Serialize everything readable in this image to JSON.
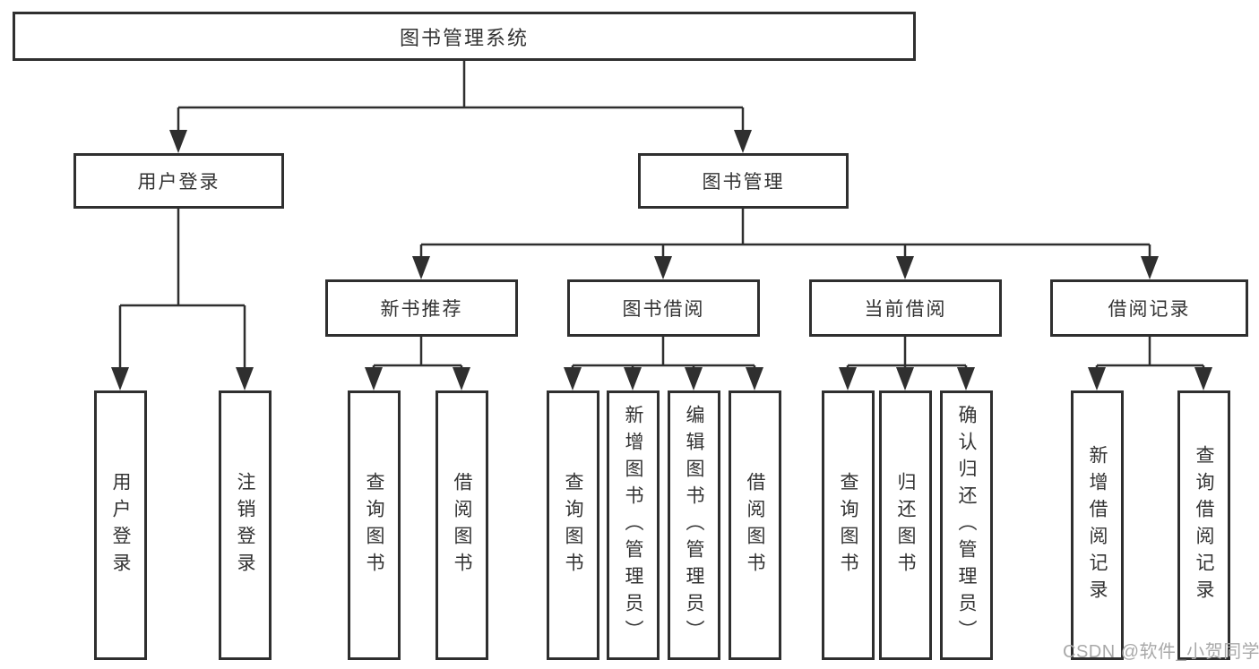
{
  "diagram": {
    "type": "hierarchy-tree",
    "nodes": {
      "root": {
        "label": "图书管理系统"
      },
      "level2": [
        {
          "label": "用户登录"
        },
        {
          "label": "图书管理"
        }
      ],
      "level3": [
        {
          "label": "新书推荐"
        },
        {
          "label": "图书借阅"
        },
        {
          "label": "当前借阅"
        },
        {
          "label": "借阅记录"
        }
      ],
      "leaves": {
        "user_login": [
          {
            "label": "用户登录"
          },
          {
            "label": "注销登录"
          }
        ],
        "new_books": [
          {
            "label": "查询图书"
          },
          {
            "label": "借阅图书"
          }
        ],
        "book_borrow": [
          {
            "label": "查询图书"
          },
          {
            "label": "新增图书（管理员）"
          },
          {
            "label": "编辑图书（管理员）"
          },
          {
            "label": "借阅图书"
          }
        ],
        "current_borrow": [
          {
            "label": "查询图书"
          },
          {
            "label": "归还图书"
          },
          {
            "label": "确认归还（管理员）"
          }
        ],
        "borrow_records": [
          {
            "label": "新增借阅记录"
          },
          {
            "label": "查询借阅记录"
          }
        ]
      }
    },
    "colors": {
      "line": "#2f2f2f",
      "text": "#333333",
      "background": "#ffffff",
      "watermark": "#a9a9a9"
    },
    "watermark": {
      "text": "CSDN @软件_小贺同学"
    }
  }
}
